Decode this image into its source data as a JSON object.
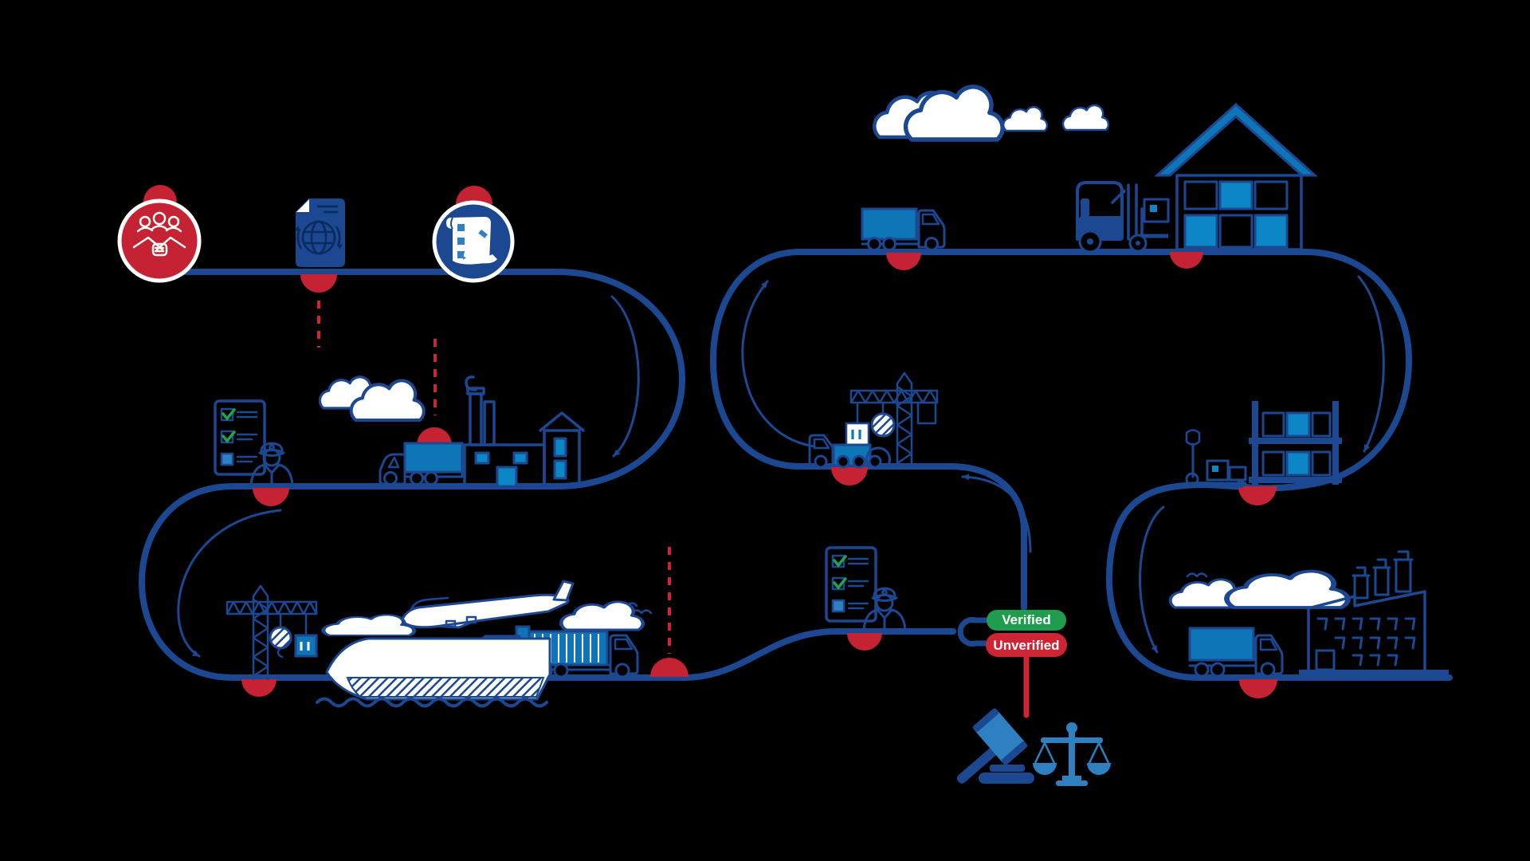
{
  "badges": {
    "verified": {
      "label": "Verified",
      "color": "#1f9c4d"
    },
    "unverified": {
      "label": "Unverified",
      "color": "#cf2434"
    }
  },
  "palette": {
    "background": "#000000",
    "path_navy": "#1c4791",
    "fill_blue": "#0e76b6",
    "fill_cyan": "#0d86c6",
    "checkpoint_red": "#c52333",
    "dashed_red": "#cf2434",
    "check_green": "#21a24e",
    "justice_light_blue": "#2e80c1",
    "white": "#ffffff"
  },
  "flow": {
    "stages": [
      "partnership-handshake",
      "global-trade-document",
      "order-checklist",
      "customs-officer-inspection",
      "factory-production",
      "truck-transport",
      "port-crane-loading",
      "cargo-ship-freight",
      "air-freight",
      "container-truck",
      "checkpoint-stop",
      "customs-officer-verification",
      "verification-decision",
      "legal-action-gavel-and-scales",
      "crane-transfer",
      "concrete-truck",
      "warehouse-truck",
      "forklift-handling",
      "warehouse-building",
      "pallet-jack-and-storage-shelf",
      "distribution-truck",
      "destination-factory"
    ]
  },
  "icons": {
    "handshake": "handshake-people-icon",
    "document": "global-document-icon",
    "checklist": "checklist-pencil-icon",
    "officer": "customs-officer-icon",
    "clipboard": "inspection-clipboard-icon",
    "gavel": "gavel-icon",
    "scales": "scales-of-justice-icon"
  }
}
